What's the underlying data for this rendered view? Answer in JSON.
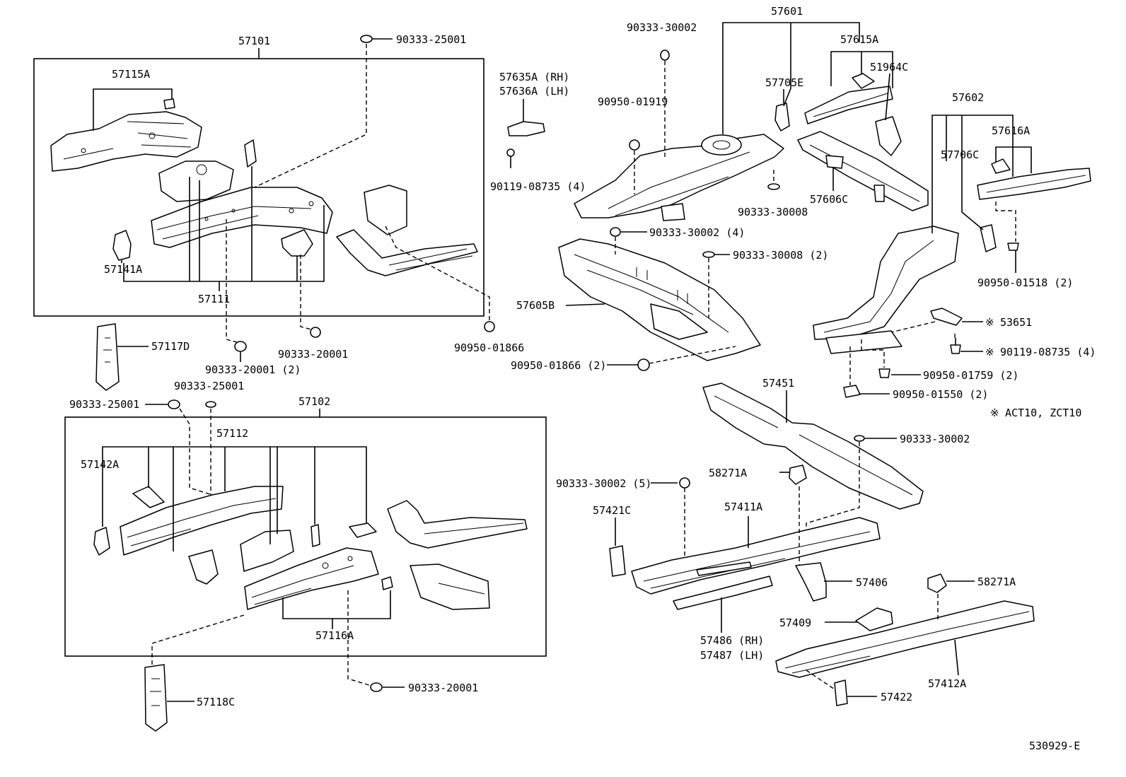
{
  "diagram": {
    "footer_code": "530929-E",
    "note_marker": "※",
    "note_text": "ACT10, ZCT10",
    "labels": {
      "l57101": "57101",
      "l57115A": "57115A",
      "l57141A": "57141A",
      "l57111": "57111",
      "l25001_top": "90333-25001",
      "l90950_01866_a": "90950-01866",
      "l20001_2": "90333-20001 (2)",
      "l20001_a": "90333-20001",
      "l57117D": "57117D",
      "l57635A": "57635A (RH)",
      "l57636A": "57636A (LH)",
      "l90119_08735_4": "90119-08735 (4)",
      "l25001_b": "90333-25001",
      "l25001_c": "90333-25001",
      "l57102": "57102",
      "l57112": "57112",
      "l57142A": "57142A",
      "l57116A": "57116A",
      "l20001_b": "90333-20001",
      "l57118C": "57118C",
      "l57601": "57601",
      "l30002_top": "90333-30002",
      "l57615A": "57615A",
      "l57705E": "57705E",
      "l51964C": "51964C",
      "l90950_01919": "90950-01919",
      "l30008_a": "90333-30008",
      "l57606C": "57606C",
      "l30002_4": "90333-30002 (4)",
      "l30008_2": "90333-30008 (2)",
      "l57605B": "57605B",
      "l90950_01866_2": "90950-01866 (2)",
      "l57602": "57602",
      "l57616A": "57616A",
      "l57706C": "57706C",
      "l90950_01518": "90950-01518 (2)",
      "l53651": "53651",
      "l90119_08735_4b": "90119-08735 (4)",
      "l90950_01759": "90950-01759 (2)",
      "l90950_01550": "90950-01550 (2)",
      "l57451": "57451",
      "l30002_b": "90333-30002",
      "l58271A_a": "58271A",
      "l30002_5": "90333-30002 (5)",
      "l57411A": "57411A",
      "l57421C": "57421C",
      "l57406": "57406",
      "l58271A_b": "58271A",
      "l57409": "57409",
      "l57486": "57486 (RH)",
      "l57487": "57487 (LH)",
      "l57412A": "57412A",
      "l57422": "57422"
    }
  }
}
